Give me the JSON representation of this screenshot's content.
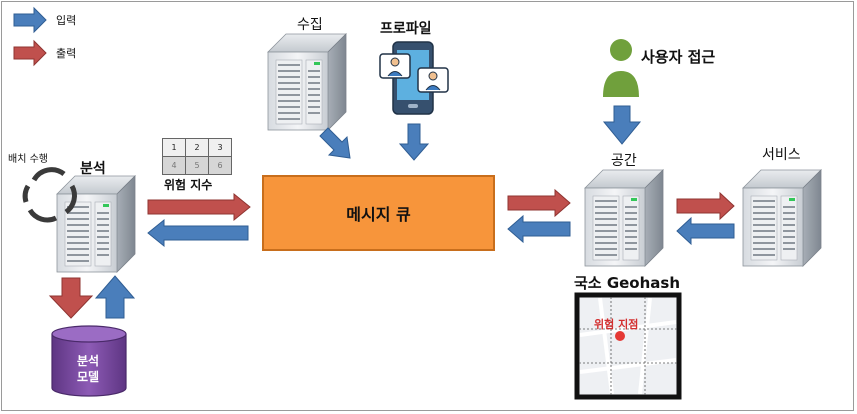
{
  "legend": {
    "input_label": "입력",
    "output_label": "출력",
    "input_color": "#4a7ebb",
    "output_color": "#c0504d"
  },
  "nodes": {
    "collect": "수집",
    "profile": "프로파일",
    "user_access": "사용자 접근",
    "analysis": "분석",
    "batch": "배치 수행",
    "risk_index": "위험 지수",
    "message_queue": "메시지 큐",
    "space": "공간",
    "service": "서비스",
    "geohash_title": "국소 Geohash",
    "risk_point": "위험 지점",
    "analysis_model_line1": "분석",
    "analysis_model_line2": "모델"
  },
  "risk_grid": {
    "top": [
      "1",
      "2",
      "3"
    ],
    "bottom": [
      "4",
      "5",
      "6"
    ]
  },
  "colors": {
    "queue_fill": "#f7953b",
    "db_fill": "#7b4a9e",
    "user_fill": "#70a03c"
  }
}
